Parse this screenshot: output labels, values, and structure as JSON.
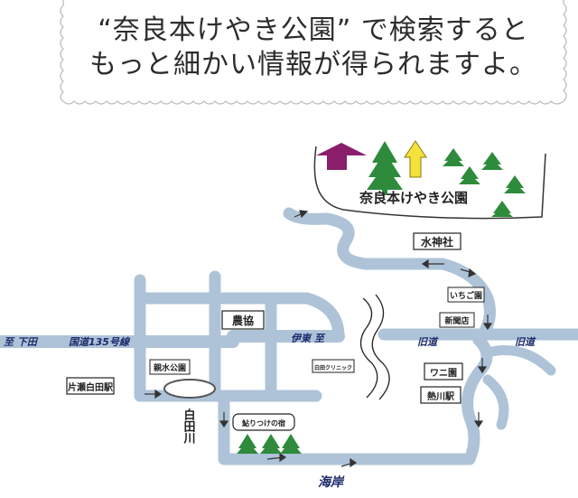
{
  "banner": {
    "line1": "“奈良本けやき公園” で検索すると",
    "line2": "もっと細かい情報が得られますよ。"
  },
  "map": {
    "park_name": "奈良本けやき公園",
    "labels": {
      "suijinsha": "水神社",
      "ichigoen": "いちご園",
      "shinbunten": "新聞店",
      "noukyou": "農協",
      "shinsui_koen": "親水公園",
      "katase_shirata_eki": "片瀬白田駅",
      "clinic": "白田クリニック",
      "wanien": "ワニ園",
      "atagawa_eki": "熱川駅",
      "oritsuke": "鮎りつけの宿",
      "route_west": "至 下田",
      "route_number": "国道135号線",
      "route_east": "伊東 至",
      "kyudou_1": "旧道",
      "kyudou_2": "旧道",
      "river": "白田川",
      "sea": "海岸"
    },
    "colors": {
      "road": "#aec3d8",
      "tree": "#2e8b3c",
      "house": "#8a1e6b",
      "arrow_up": "#f4e23c"
    }
  }
}
